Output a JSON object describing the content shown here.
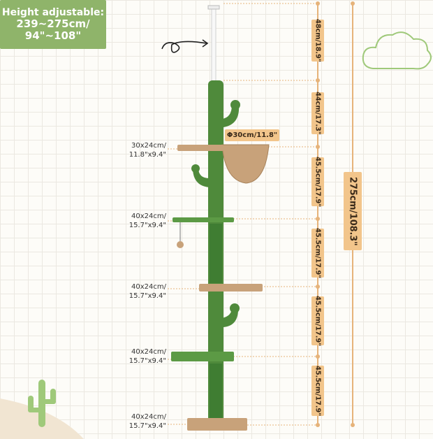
{
  "height_note": {
    "line1": "Height adjustable:",
    "line2": "239~275cm/",
    "line3": "94\"~108\""
  },
  "total_height": "275cm/108.3\"",
  "basket_diameter": "Φ30cm/11.8\"",
  "segment_heights": [
    "48cm/18.9\"",
    "44cm/17.3\"",
    "45.5cm/17.9\"",
    "45.5cm/17.9\"",
    "45.5cm/17.9\"",
    "45.5cm/17.9\""
  ],
  "platforms": [
    {
      "line1": "30x24cm/",
      "line2": "11.8\"x9.4\""
    },
    {
      "line1": "40x24cm/",
      "line2": "15.7\"x9.4\""
    },
    {
      "line1": "40x24cm/",
      "line2": "15.7\"x9.4\""
    },
    {
      "line1": "40x24cm/",
      "line2": "15.7\"x9.4\""
    },
    {
      "line1": "40x24cm/",
      "line2": "15.7\"x9.4\""
    }
  ],
  "icons": [
    "cloud-icon",
    "cactus-icon",
    "arrow-icon"
  ],
  "colors": {
    "note_bg": "#8fb46a",
    "badge": "#f2c58b",
    "post_green": "#4f8a3b",
    "sisal": "#4b8a3c",
    "plush": "#c8a27a",
    "leader": "#e6b37a"
  }
}
